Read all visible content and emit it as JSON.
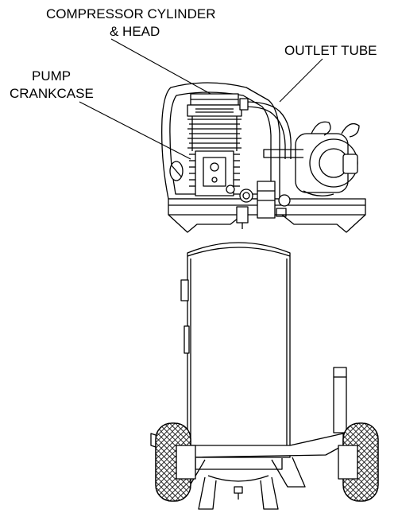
{
  "labels": {
    "compressor_cylinder_line1": "COMPRESSOR CYLINDER",
    "compressor_cylinder_line2": "& HEAD",
    "pump_crankcase_line1": "PUMP",
    "pump_crankcase_line2": "CRANKCASE",
    "outlet_tube": "OUTLET TUBE"
  },
  "colors": {
    "line": "#000000",
    "background": "#ffffff"
  }
}
